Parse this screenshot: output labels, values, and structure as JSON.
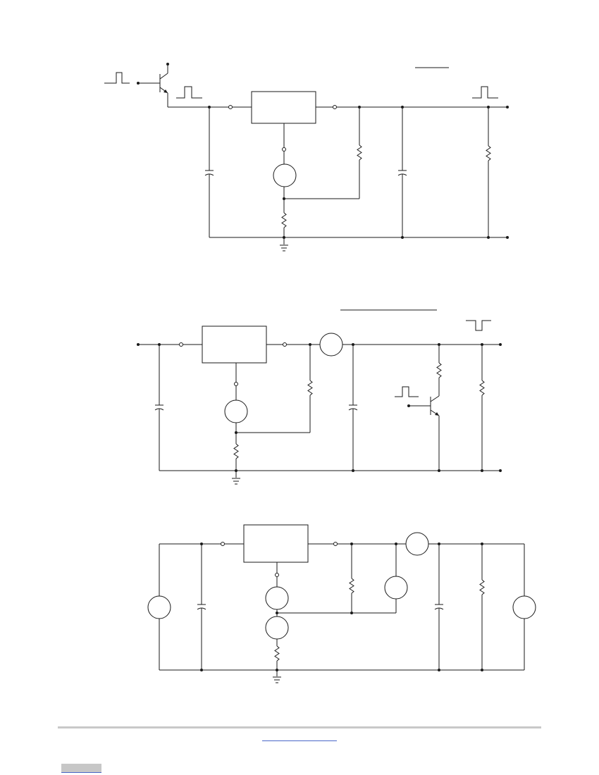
{
  "page": {
    "figures": [
      {
        "id": "figure-1"
      },
      {
        "id": "figure-2"
      },
      {
        "id": "figure-3"
      }
    ],
    "footer": {
      "link_text": "",
      "button_text": ""
    }
  }
}
